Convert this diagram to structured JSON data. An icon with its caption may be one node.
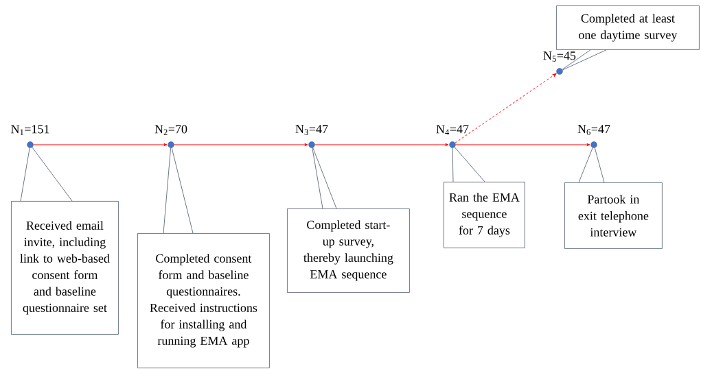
{
  "diagram": {
    "nodes": [
      {
        "text": [],
        "shape": "circle",
        "beside": [
          "N$_{1}$=151"
        ]
      },
      {
        "text": [],
        "shape": "circle",
        "beside": [
          "N$_{2}$=70"
        ]
      },
      {
        "text": [],
        "shape": "circle",
        "beside": [
          "N$_{3}$=47"
        ]
      },
      {
        "text": [],
        "shape": "circle",
        "beside": [
          "N$_{4}$=47"
        ]
      },
      {
        "text": [],
        "shape": "circle",
        "beside": [
          "N$_{5}$=45"
        ]
      },
      {
        "text": [],
        "shape": "circle",
        "beside": [
          "N$_{6}$=47"
        ]
      },
      {
        "text": [
          "Received email invite, including link to web-based consent form and baseline questionnaire set"
        ]
      },
      {
        "text": [
          "Completed consent form and baseline questionnaires. Received instructions for installing and running EMA app"
        ]
      },
      {
        "text": [
          "Completed start-up survey, thereby launching EMA sequence"
        ]
      },
      {
        "text": [
          "Ran the EMA sequence for 7 days"
        ]
      },
      {
        "text": [
          "Completed at least one daytime survey"
        ]
      },
      {
        "text": [
          "Partook in exit telephone interview"
        ]
      }
    ],
    "edges": [
      {
        "from": 0,
        "to": 1,
        "arrow": "to",
        "color": "#ff0000"
      },
      {
        "from": 1,
        "to": 2,
        "arrow": "to",
        "color": "#ff0000"
      },
      {
        "from": 2,
        "to": 3,
        "arrow": "to",
        "color": "#ff0000"
      },
      {
        "from": 3,
        "to": 4,
        "arrow": "to",
        "style": "dashed",
        "color": "#ff0000"
      },
      {
        "from": 3,
        "to": 5,
        "arrow": "to",
        "color": "#ff0000"
      },
      {
        "from": 6,
        "to": 0,
        "arrow": "none"
      },
      {
        "from": 7,
        "to": 1,
        "arrow": "none"
      },
      {
        "from": 8,
        "to": 2,
        "arrow": "none"
      },
      {
        "from": 9,
        "to": 3,
        "arrow": "none"
      },
      {
        "from": 10,
        "to": 4,
        "arrow": "none"
      },
      {
        "from": 11,
        "to": 5,
        "arrow": "none"
      }
    ]
  }
}
